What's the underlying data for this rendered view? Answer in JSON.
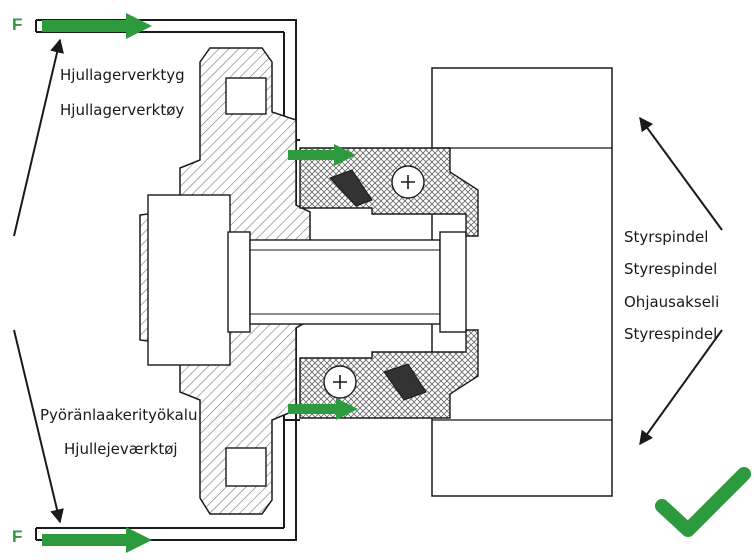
{
  "force_label": "F",
  "colors": {
    "arrow_green": "#2e9a3e",
    "check_green": "#2e9a3e",
    "line": "#1a1a1a",
    "hatch": "#888888"
  },
  "labels": {
    "tool_sv": "Hjullagerverktyg",
    "tool_no": "Hjullagerverktøy",
    "tool_fi": "Pyöränlaakerityökalu",
    "tool_da": "Hjullejeværktøj",
    "spindle_sv": "Styrspindel",
    "spindle_no": "Styrespindel",
    "spindle_fi": "Ohjausakseli",
    "spindle_da": "Styrespindel"
  },
  "icons": {
    "correct": "check-icon"
  }
}
